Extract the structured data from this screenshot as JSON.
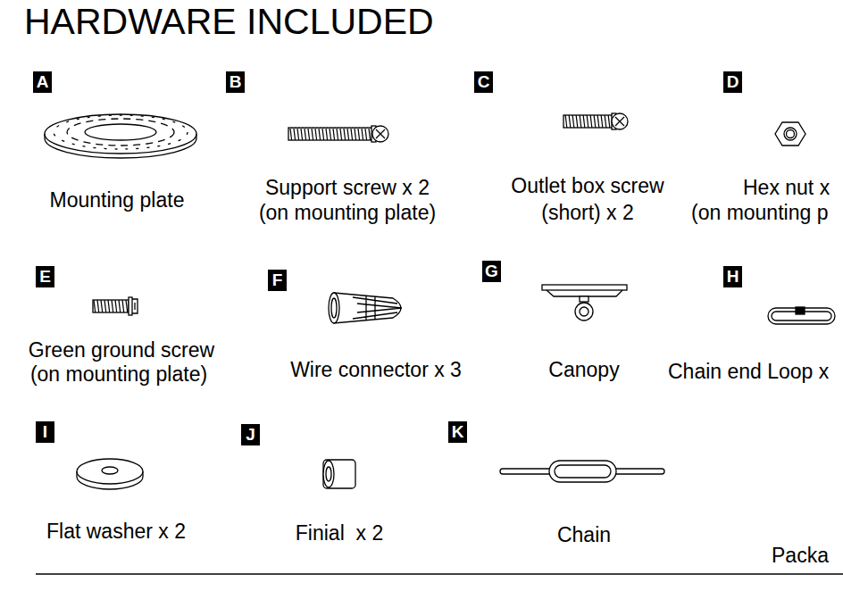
{
  "diagram": {
    "title": "HARDWARE INCLUDED",
    "nodes": [
      {
        "text": [
          "A"
        ]
      },
      {
        "text": [
          "B"
        ]
      },
      {
        "text": [
          "C"
        ]
      },
      {
        "text": [
          "D"
        ]
      },
      {
        "text": [
          "E"
        ]
      },
      {
        "text": [
          "F"
        ]
      },
      {
        "text": [
          "G"
        ]
      },
      {
        "text": [
          "H"
        ]
      },
      {
        "text": [
          "I"
        ]
      },
      {
        "text": [
          "J"
        ]
      },
      {
        "text": [
          "K"
        ]
      }
    ],
    "labels": [
      "Mounting plate",
      "Support screw x 2",
      "(on mounting plate)",
      "Outlet box screw",
      "(short) x 2",
      "Hex nut x",
      "(on mounting p",
      "Green ground screw",
      "(on mounting plate)",
      "Wire connector x 3",
      "Canopy",
      "Chain end Loop x",
      "Flat washer x 2",
      "Finial  x 2",
      "Chain",
      "Packa"
    ]
  }
}
